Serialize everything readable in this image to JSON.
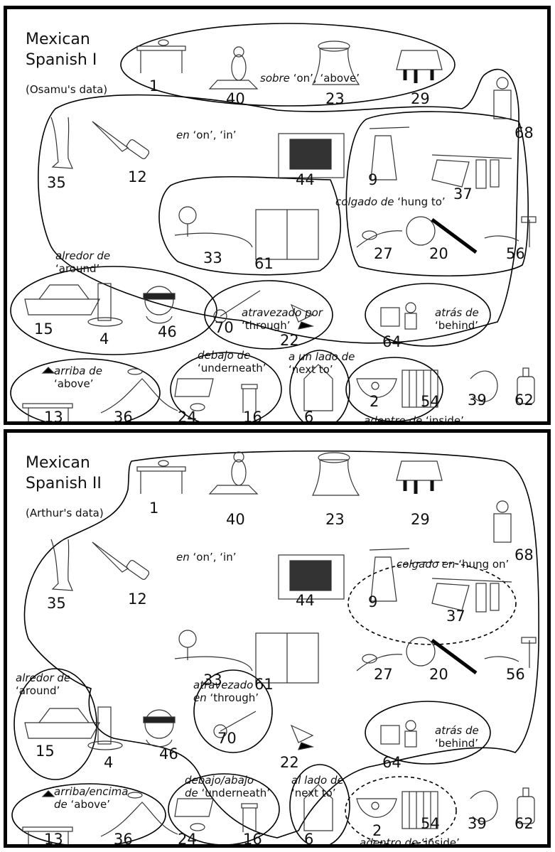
{
  "panels": [
    {
      "title": "Mexican\nSpanish I",
      "source": "(Osamu's data)",
      "items": [
        "1",
        "40",
        "23",
        "29",
        "68",
        "35",
        "12",
        "44",
        "9",
        "37",
        "33",
        "61",
        "27",
        "20",
        "56",
        "15",
        "4",
        "46",
        "70",
        "22",
        "64",
        "13",
        "36",
        "24",
        "16",
        "6",
        "2",
        "54",
        "39",
        "62"
      ],
      "labels": {
        "sobre": {
          "term": "sobre",
          "gloss": " ‘on’, ‘above’"
        },
        "en": {
          "term": "en",
          "gloss": " ‘on’, ‘in’"
        },
        "colgado": {
          "term": "colgado de",
          "gloss": " ‘hung to’"
        },
        "alrededor": {
          "term": "alredor de",
          "gloss": "‘around’"
        },
        "atravezado": {
          "term": "atravezado por",
          "gloss": "‘through’"
        },
        "atras": {
          "term": "atrás de",
          "gloss": "‘behind’"
        },
        "arriba": {
          "term": "arriba de",
          "gloss": "‘above’"
        },
        "debajo": {
          "term": "debajo de",
          "gloss": "‘underneath’"
        },
        "alado": {
          "term": "a un lado de",
          "gloss": "‘next to’"
        },
        "adentro": {
          "term": "adentro de",
          "gloss": " ‘inside’"
        }
      }
    },
    {
      "title": "Mexican\nSpanish II",
      "source": "(Arthur's data)",
      "items": [
        "1",
        "40",
        "23",
        "29",
        "68",
        "35",
        "12",
        "44",
        "9",
        "37",
        "33",
        "61",
        "27",
        "20",
        "56",
        "15",
        "4",
        "46",
        "70",
        "22",
        "64",
        "13",
        "36",
        "24",
        "16",
        "6",
        "2",
        "54",
        "39",
        "62"
      ],
      "labels": {
        "en": {
          "term": "en",
          "gloss": " ‘on’, ‘in’"
        },
        "colgado": {
          "term": "colgado en",
          "gloss": " ‘hung on’"
        },
        "alrededor": {
          "term": "alredor de",
          "gloss": "‘around’"
        },
        "atravezado": {
          "term": "atravezado",
          "gloss_term": "en",
          "gloss": " ‘through’"
        },
        "atras": {
          "term": "atrás de",
          "gloss": "‘behind’"
        },
        "arriba": {
          "term": "arriba/encima",
          "gloss_term": "de",
          "gloss": " ‘above’"
        },
        "debajo": {
          "term": "debajo/abajo",
          "gloss_term": "de",
          "gloss": " ‘underneath’"
        },
        "alado": {
          "term": "al lado de",
          "gloss": "‘next to’"
        },
        "adentro": {
          "term": "adentro de",
          "gloss": " ‘inside’"
        }
      }
    }
  ]
}
